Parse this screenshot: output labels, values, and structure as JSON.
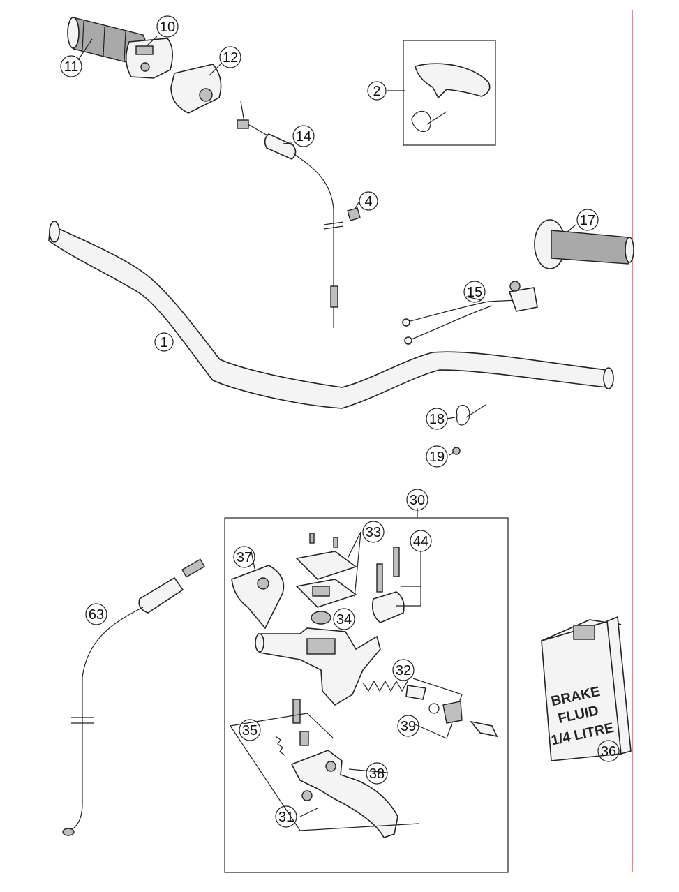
{
  "callouts": {
    "c1": "1",
    "c2": "2",
    "c4": "4",
    "c10": "10",
    "c11": "11",
    "c12": "12",
    "c14": "14",
    "c15": "15",
    "c17": "17",
    "c18": "18",
    "c19": "19",
    "c30": "30",
    "c31": "31",
    "c32": "32",
    "c33": "33",
    "c34": "34",
    "c35": "35",
    "c36": "36",
    "c37": "37",
    "c38": "38",
    "c39": "39",
    "c44": "44",
    "c63": "63"
  },
  "fluid_label": {
    "line1": "BRAKE",
    "line2": "FLUID",
    "line3": "1/4 LITRE"
  },
  "colors": {
    "ink": "#222222",
    "margin_line": "#e08a8a",
    "background": "#ffffff"
  }
}
